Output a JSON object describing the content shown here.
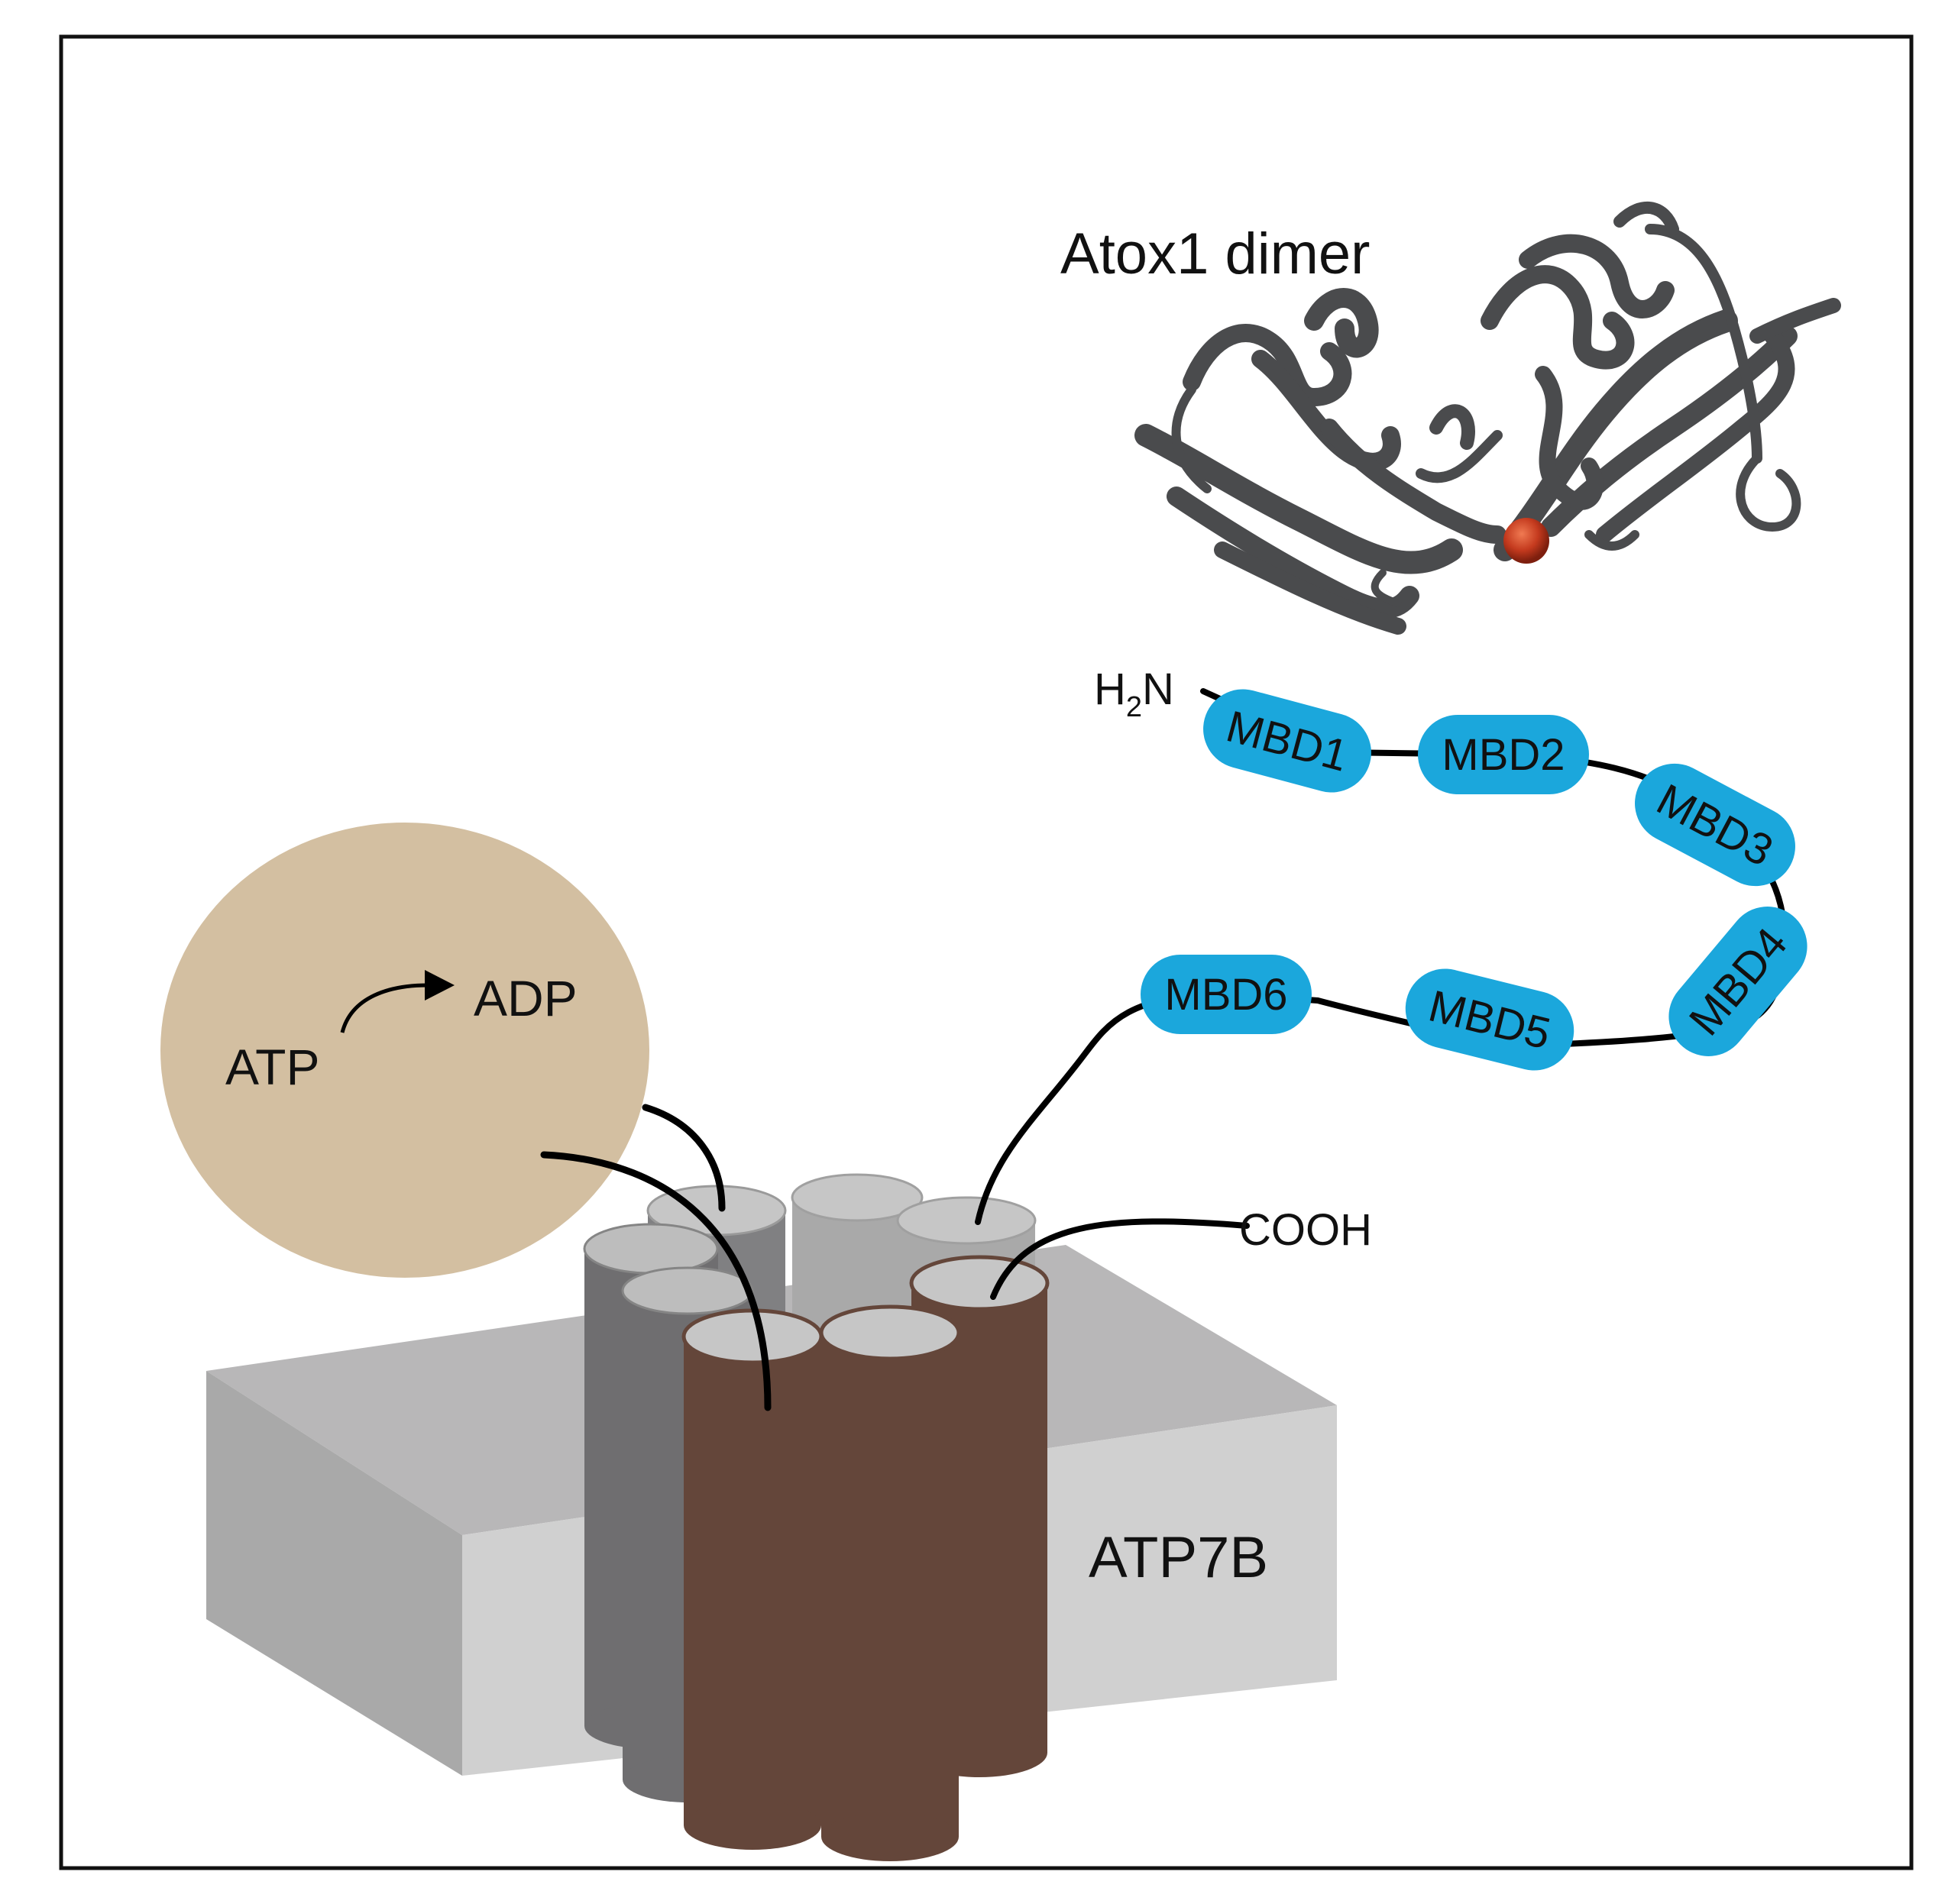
{
  "diagram": {
    "labels": {
      "atox1": "Atox1 dimer",
      "h2n": "H",
      "h2n_sub": "2",
      "h2n_n": "N",
      "atp": "ATP",
      "adp": "ADP",
      "cooh": "COOH",
      "atp7b": "ATP7B"
    },
    "mbd_domains": [
      "MBD1",
      "MBD2",
      "MBD3",
      "MBD4",
      "MBD5",
      "MBD6"
    ],
    "colors": {
      "frame": "#111111",
      "mbd_fill": "#1ba7dc",
      "nucleotide_domain": "#d3bfa1",
      "membrane_top": "#b8b7b8",
      "membrane_front": "#d0d0d0",
      "membrane_side": "#a9a9a9",
      "helix_brown": "#64463a",
      "helix_dark_gray": "#6f6e70",
      "helix_light_gray": "#a9a9a9",
      "helix_cap": "#c6c6c6",
      "ribbon": "#4a4b4d",
      "copper_atom": "#c43a1e"
    }
  }
}
